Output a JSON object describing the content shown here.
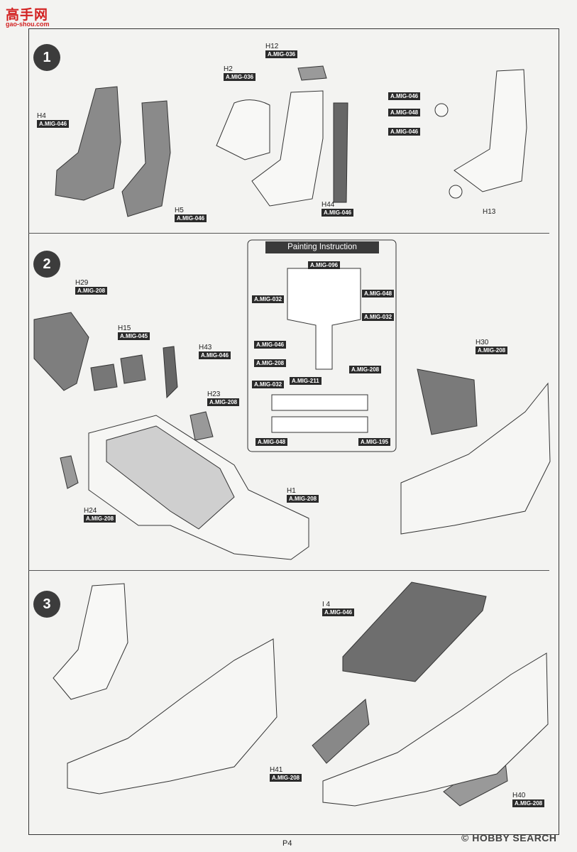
{
  "site_logo": {
    "cn": "高手网",
    "url": "gao-shou.com"
  },
  "steps": [
    "1",
    "2",
    "3"
  ],
  "painting_instruction": "Painting Instruction",
  "step1": {
    "H4": {
      "part": "H4",
      "code": "A.MIG-046"
    },
    "H5": {
      "part": "H5",
      "code": "A.MIG-046"
    },
    "H12": {
      "part": "H12",
      "code": "A.MIG-036"
    },
    "H2": {
      "part": "H2",
      "code": "A.MIG-036"
    },
    "H44": {
      "part": "H44",
      "code": "A.MIG-046"
    },
    "H13": {
      "part": "H13"
    },
    "codes_r": [
      "A.MIG-046",
      "A.MIG-048",
      "A.MIG-046"
    ]
  },
  "step2": {
    "H29": {
      "part": "H29",
      "code": "A.MIG-208"
    },
    "H15": {
      "part": "H15",
      "code": "A.MIG-045"
    },
    "H43": {
      "part": "H43",
      "code": "A.MIG-046"
    },
    "H23": {
      "part": "H23",
      "code": "A.MIG-208"
    },
    "H24": {
      "part": "H24",
      "code": "A.MIG-208"
    },
    "H1": {
      "part": "H1",
      "code": "A.MIG-208"
    },
    "H30": {
      "part": "H30",
      "code": "A.MIG-208"
    },
    "paint": {
      "c096": "A.MIG-096",
      "c032a": "A.MIG-032",
      "c048a": "A.MIG-048",
      "c032b": "A.MIG-032",
      "c046": "A.MIG-046",
      "c208a": "A.MIG-208",
      "c208b": "A.MIG-208",
      "c032c": "A.MIG-032",
      "c211": "A.MIG-211",
      "c048b": "A.MIG-048",
      "c195": "A.MIG-195"
    }
  },
  "step3": {
    "I4": {
      "part": "I 4",
      "code": "A.MIG-046"
    },
    "H41": {
      "part": "H41",
      "code": "A.MIG-208"
    },
    "H40": {
      "part": "H40",
      "code": "A.MIG-208"
    }
  },
  "page_number": "P4",
  "watermark": {
    "brand": "HOBBY SEARCH",
    "mark": "©"
  }
}
